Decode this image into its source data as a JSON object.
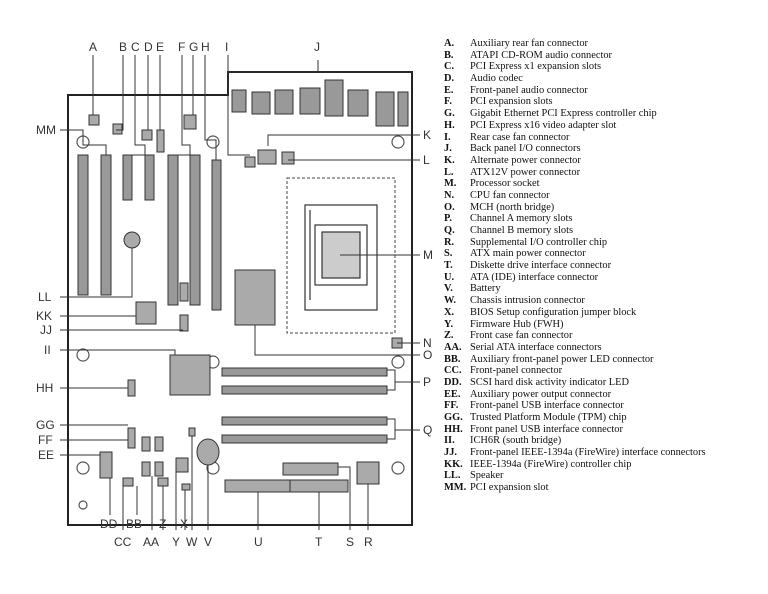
{
  "callouts": [
    {
      "letter": "A",
      "code": "A.",
      "text": "Auxiliary rear fan connector"
    },
    {
      "letter": "B",
      "code": "B.",
      "text": "ATAPI CD-ROM audio connector"
    },
    {
      "letter": "C",
      "code": "C.",
      "text": "PCI Express x1 expansion slots"
    },
    {
      "letter": "D",
      "code": "D.",
      "text": "Audio codec"
    },
    {
      "letter": "E",
      "code": "E.",
      "text": "Front-panel audio connector"
    },
    {
      "letter": "F",
      "code": "F.",
      "text": "PCI expansion slots"
    },
    {
      "letter": "G",
      "code": "G.",
      "text": "Gigabit Ethernet PCI Express controller chip"
    },
    {
      "letter": "H",
      "code": "H.",
      "text": "PCI Express x16 video adapter slot"
    },
    {
      "letter": "I",
      "code": "I.",
      "text": "Rear case fan connector"
    },
    {
      "letter": "J",
      "code": "J.",
      "text": "Back panel I/O connectors"
    },
    {
      "letter": "K",
      "code": "K.",
      "text": "Alternate power connector"
    },
    {
      "letter": "L",
      "code": "L.",
      "text": "ATX12V power connector"
    },
    {
      "letter": "M",
      "code": "M.",
      "text": "Processor socket"
    },
    {
      "letter": "N",
      "code": "N.",
      "text": "CPU fan connector"
    },
    {
      "letter": "O",
      "code": "O.",
      "text": "MCH (north bridge)"
    },
    {
      "letter": "P",
      "code": "P.",
      "text": "Channel A memory slots"
    },
    {
      "letter": "Q",
      "code": "Q.",
      "text": "Channel B memory slots"
    },
    {
      "letter": "R",
      "code": "R.",
      "text": "Supplemental I/O controller chip"
    },
    {
      "letter": "S",
      "code": "S.",
      "text": "ATX main power connector"
    },
    {
      "letter": "T",
      "code": "T.",
      "text": "Diskette drive interface connector"
    },
    {
      "letter": "U",
      "code": "U.",
      "text": "ATA (IDE) interface connector"
    },
    {
      "letter": "V",
      "code": "V.",
      "text": "Battery"
    },
    {
      "letter": "W",
      "code": "W.",
      "text": "Chassis intrusion connector"
    },
    {
      "letter": "X",
      "code": "X.",
      "text": "BIOS Setup configuration jumper block"
    },
    {
      "letter": "Y",
      "code": "Y.",
      "text": "Firmware Hub (FWH)"
    },
    {
      "letter": "Z",
      "code": "Z.",
      "text": "Front case fan connector"
    },
    {
      "letter": "AA",
      "code": "AA.",
      "text": "Serial ATA interface connectors"
    },
    {
      "letter": "BB",
      "code": "BB.",
      "text": "Auxiliary front-panel power LED connector"
    },
    {
      "letter": "CC",
      "code": "CC.",
      "text": "Front-panel connector"
    },
    {
      "letter": "DD",
      "code": "DD.",
      "text": "SCSI hard disk activity indicator LED"
    },
    {
      "letter": "EE",
      "code": "EE.",
      "text": "Auxiliary power output connector"
    },
    {
      "letter": "FF",
      "code": "FF.",
      "text": "Front-panel USB interface connector"
    },
    {
      "letter": "GG",
      "code": "GG.",
      "text": "Trusted Platform Module (TPM) chip"
    },
    {
      "letter": "HH",
      "code": "HH.",
      "text": "Front panel USB interface connector"
    },
    {
      "letter": "II",
      "code": "II.",
      "text": "ICH6R (south bridge)"
    },
    {
      "letter": "JJ",
      "code": "JJ.",
      "text": "Front-panel IEEE-1394a (FireWire) interface connectors"
    },
    {
      "letter": "KK",
      "code": "KK.",
      "text": "IEEE-1394a (FireWire) controller chip"
    },
    {
      "letter": "LL",
      "code": "LL.",
      "text": "Speaker"
    },
    {
      "letter": "MM",
      "code": "MM.",
      "text": "PCI expansion slot"
    }
  ]
}
